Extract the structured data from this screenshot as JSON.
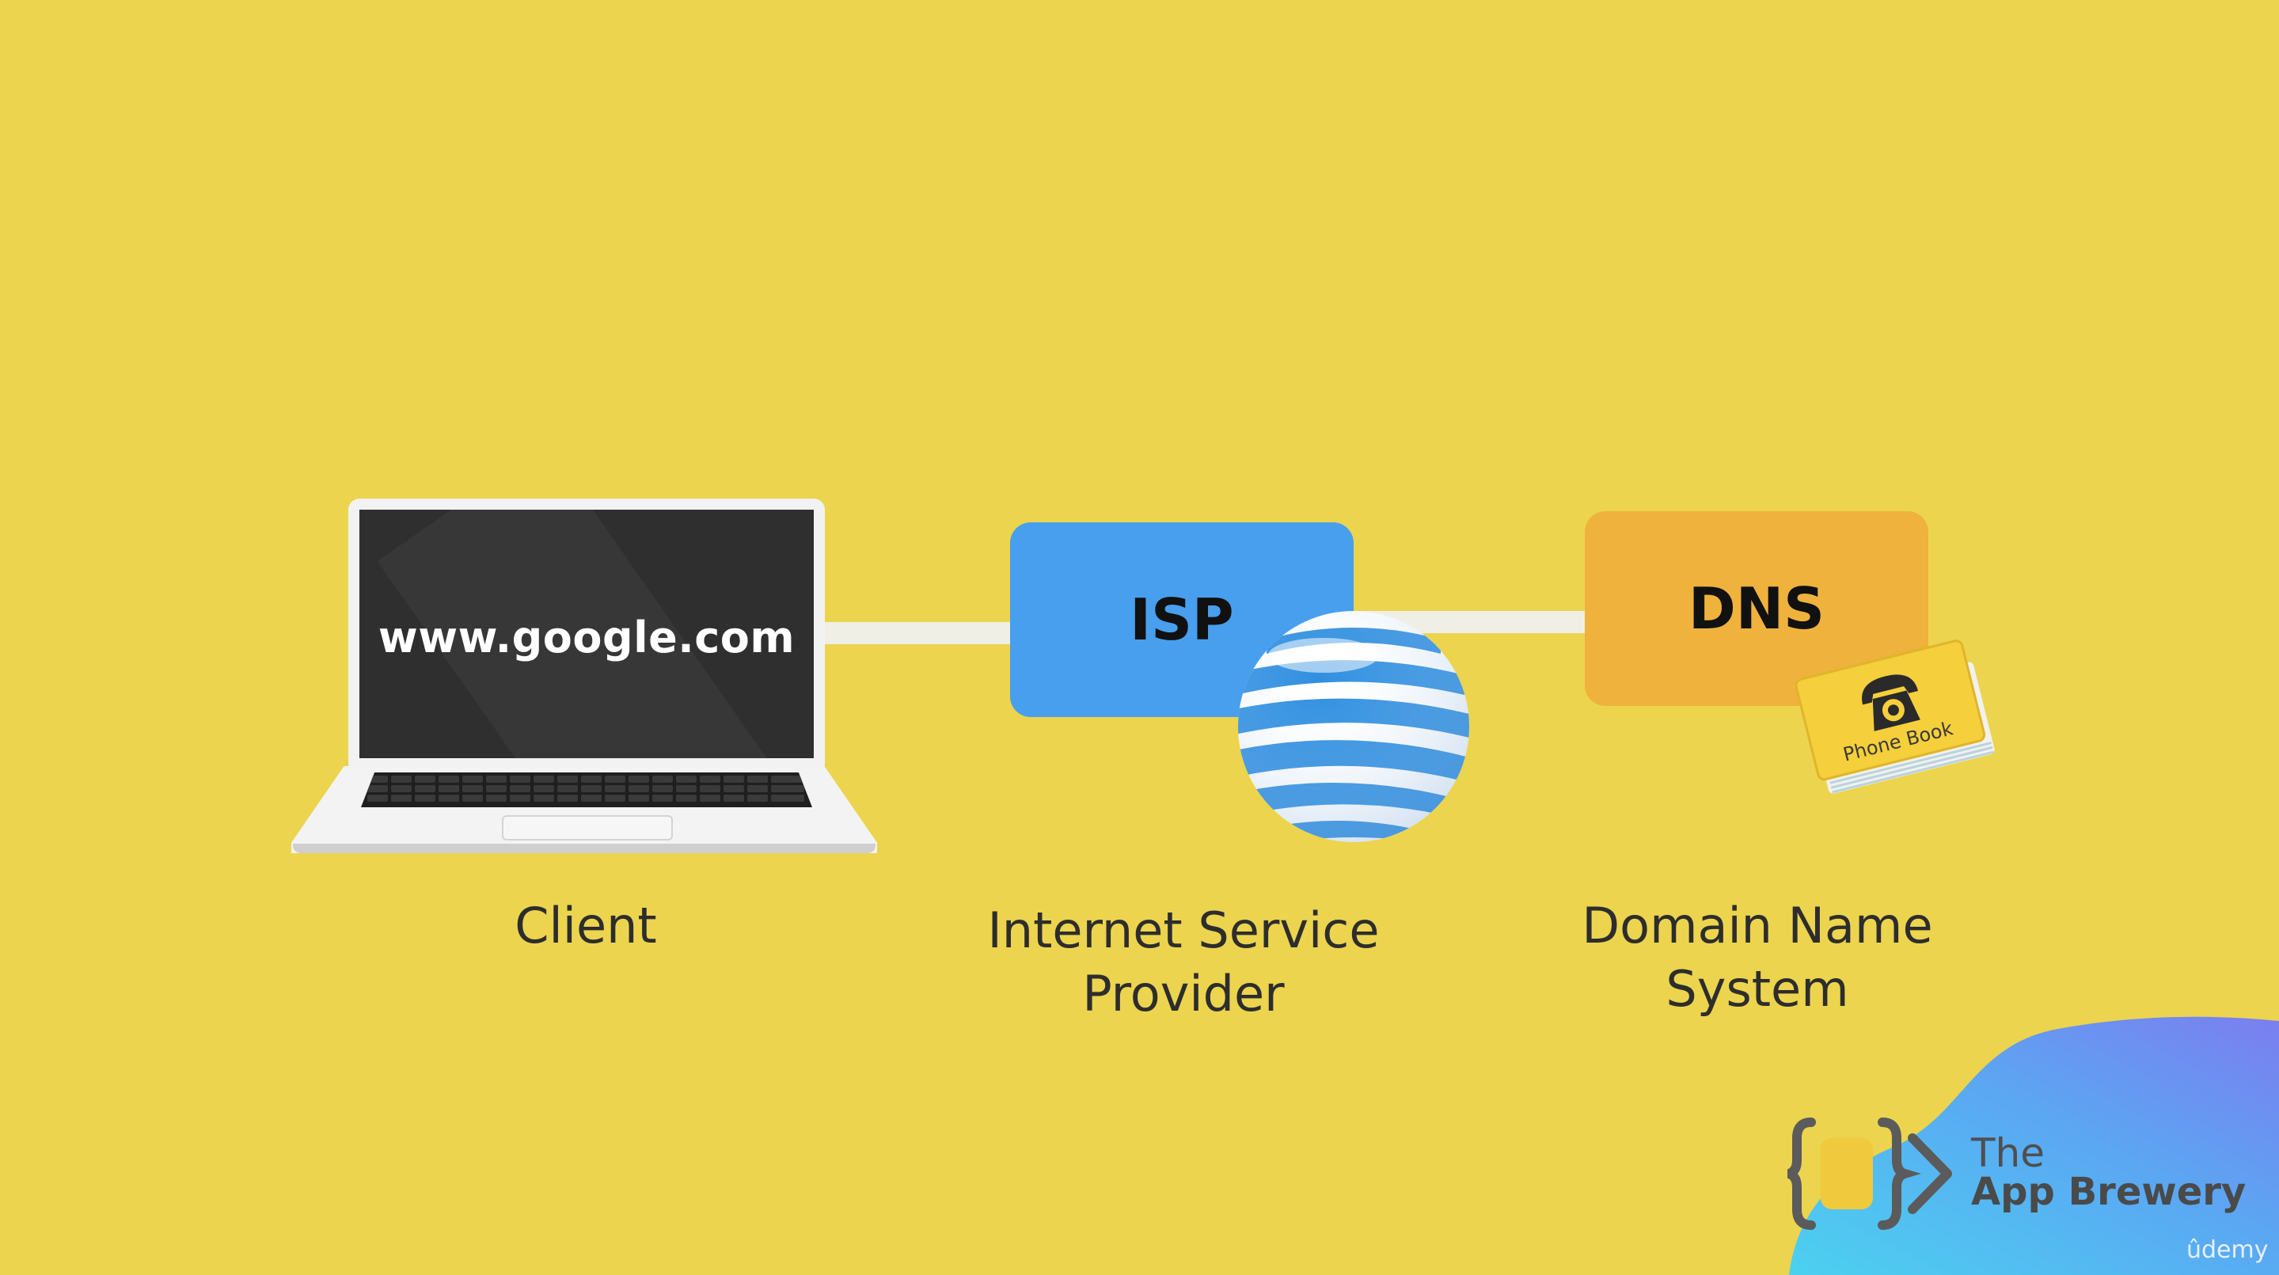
{
  "diagram": {
    "client": {
      "screen_text": "www.google.com",
      "label": "Client"
    },
    "isp": {
      "box_text": "ISP",
      "label": "Internet Service\nProvider"
    },
    "dns": {
      "box_text": "DNS",
      "label": "Domain Name\nSystem",
      "book_text": "Phone Book"
    }
  },
  "branding": {
    "logo_line1": "The",
    "logo_line2": "App Brewery",
    "watermark": "ûdemy"
  },
  "colors": {
    "background": "#ecd44e",
    "isp_box": "#479fee",
    "dns_box": "#efb23c",
    "connector": "#efefe6"
  }
}
